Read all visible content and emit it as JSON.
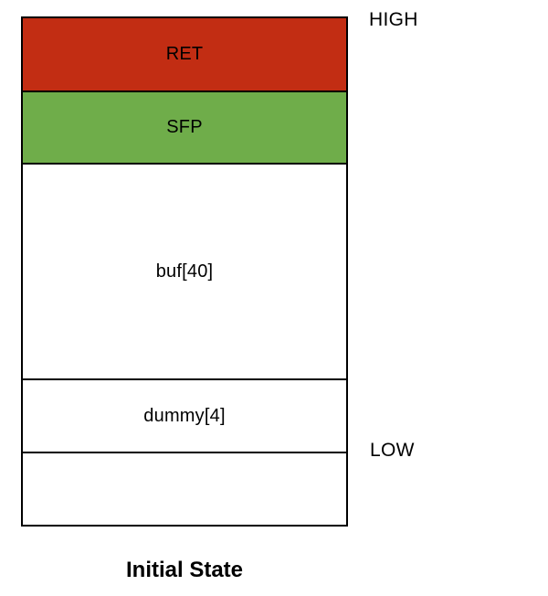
{
  "diagram": {
    "title": "Initial State",
    "labels": {
      "high": "HIGH",
      "low": "LOW"
    },
    "colors": {
      "ret_fill": "#c22d13",
      "sfp_fill": "#6fad4a",
      "plain_fill": "#ffffff",
      "border": "#000000",
      "text": "#000000"
    },
    "stack": {
      "segments": [
        {
          "id": "ret",
          "label": "RET",
          "fill": "#c22d13"
        },
        {
          "id": "sfp",
          "label": "SFP",
          "fill": "#6fad4a"
        },
        {
          "id": "buf",
          "label": "buf[40]",
          "fill": "#ffffff"
        },
        {
          "id": "dummy",
          "label": "dummy[4]",
          "fill": "#ffffff"
        },
        {
          "id": "empty",
          "label": "",
          "fill": "#ffffff"
        }
      ]
    }
  }
}
